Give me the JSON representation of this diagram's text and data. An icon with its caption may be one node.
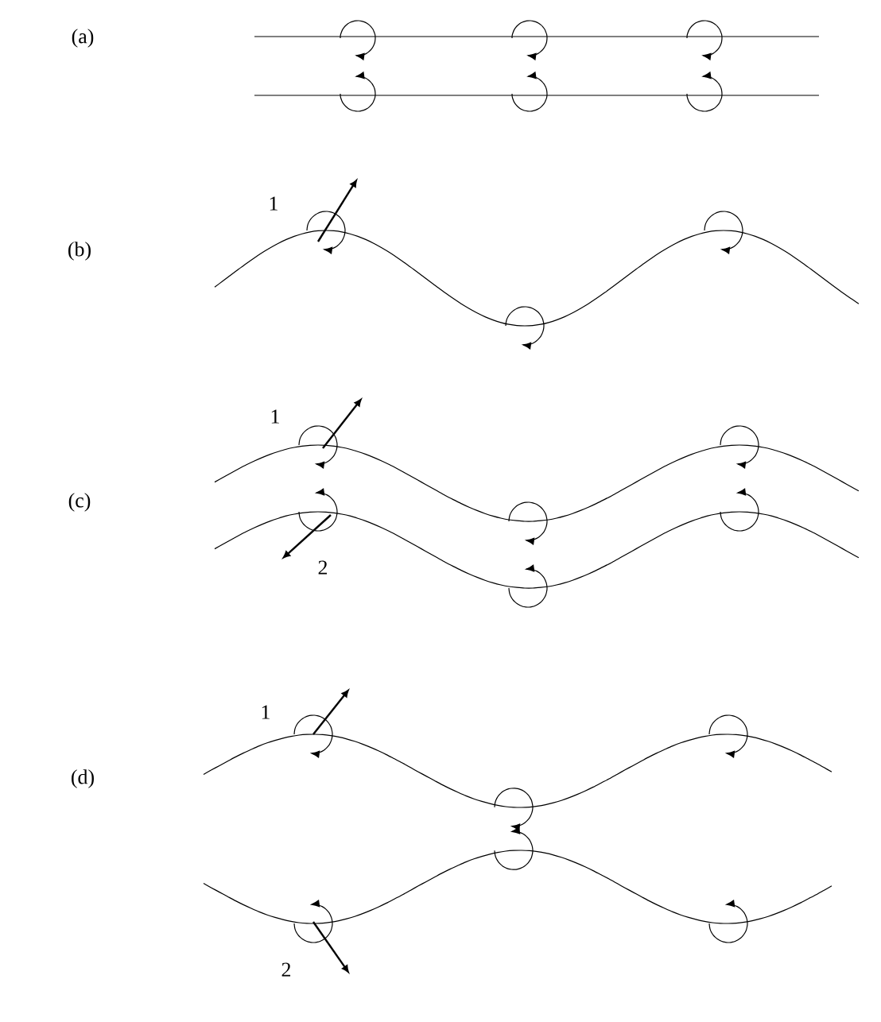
{
  "diagram": {
    "labels": [
      "(a)",
      "1",
      "(b)",
      "1",
      "(c)",
      "2",
      "1",
      "(d)",
      "2"
    ]
  }
}
